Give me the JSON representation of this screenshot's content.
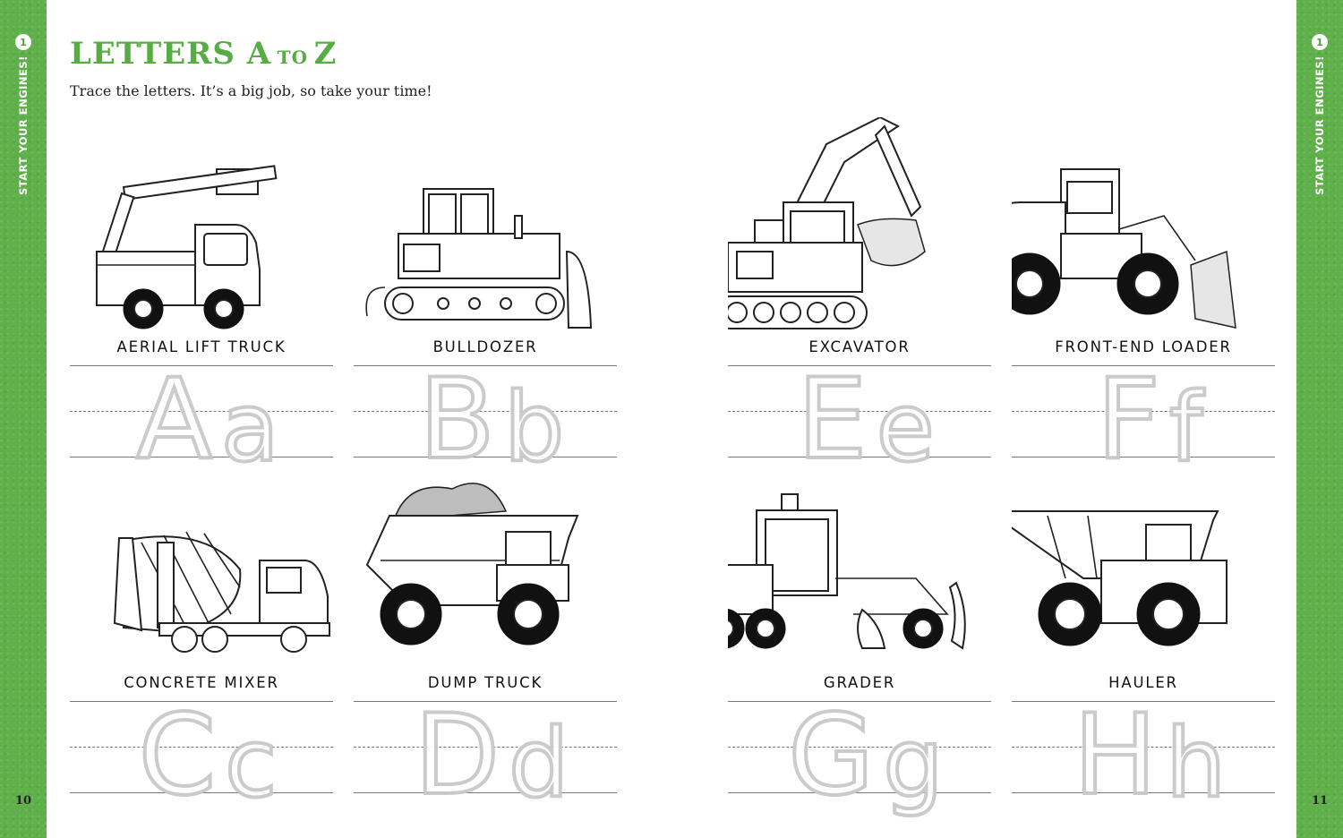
{
  "left_strip": {
    "chapter_number": "1",
    "chapter_title": "START YOUR ENGINES!",
    "page_number": "10"
  },
  "right_strip": {
    "chapter_number": "1",
    "chapter_title": "START YOUR ENGINES!",
    "page_number": "11"
  },
  "title": {
    "part1": "LETTERS A",
    "part2": "TO",
    "part3": "Z"
  },
  "instructions": "Trace the letters. It’s a big job, so take your time!",
  "vehicles": [
    {
      "name": "AERIAL LIFT TRUCK",
      "upper": "A",
      "lower": "a"
    },
    {
      "name": "BULLDOZER",
      "upper": "B",
      "lower": "b"
    },
    {
      "name": "EXCAVATOR",
      "upper": "E",
      "lower": "e"
    },
    {
      "name": "FRONT-END LOADER",
      "upper": "F",
      "lower": "f"
    },
    {
      "name": "CONCRETE MIXER",
      "upper": "C",
      "lower": "c"
    },
    {
      "name": "DUMP TRUCK",
      "upper": "D",
      "lower": "d"
    },
    {
      "name": "GRADER",
      "upper": "G",
      "lower": "g"
    },
    {
      "name": "HAULER",
      "upper": "H",
      "lower": "h"
    }
  ]
}
